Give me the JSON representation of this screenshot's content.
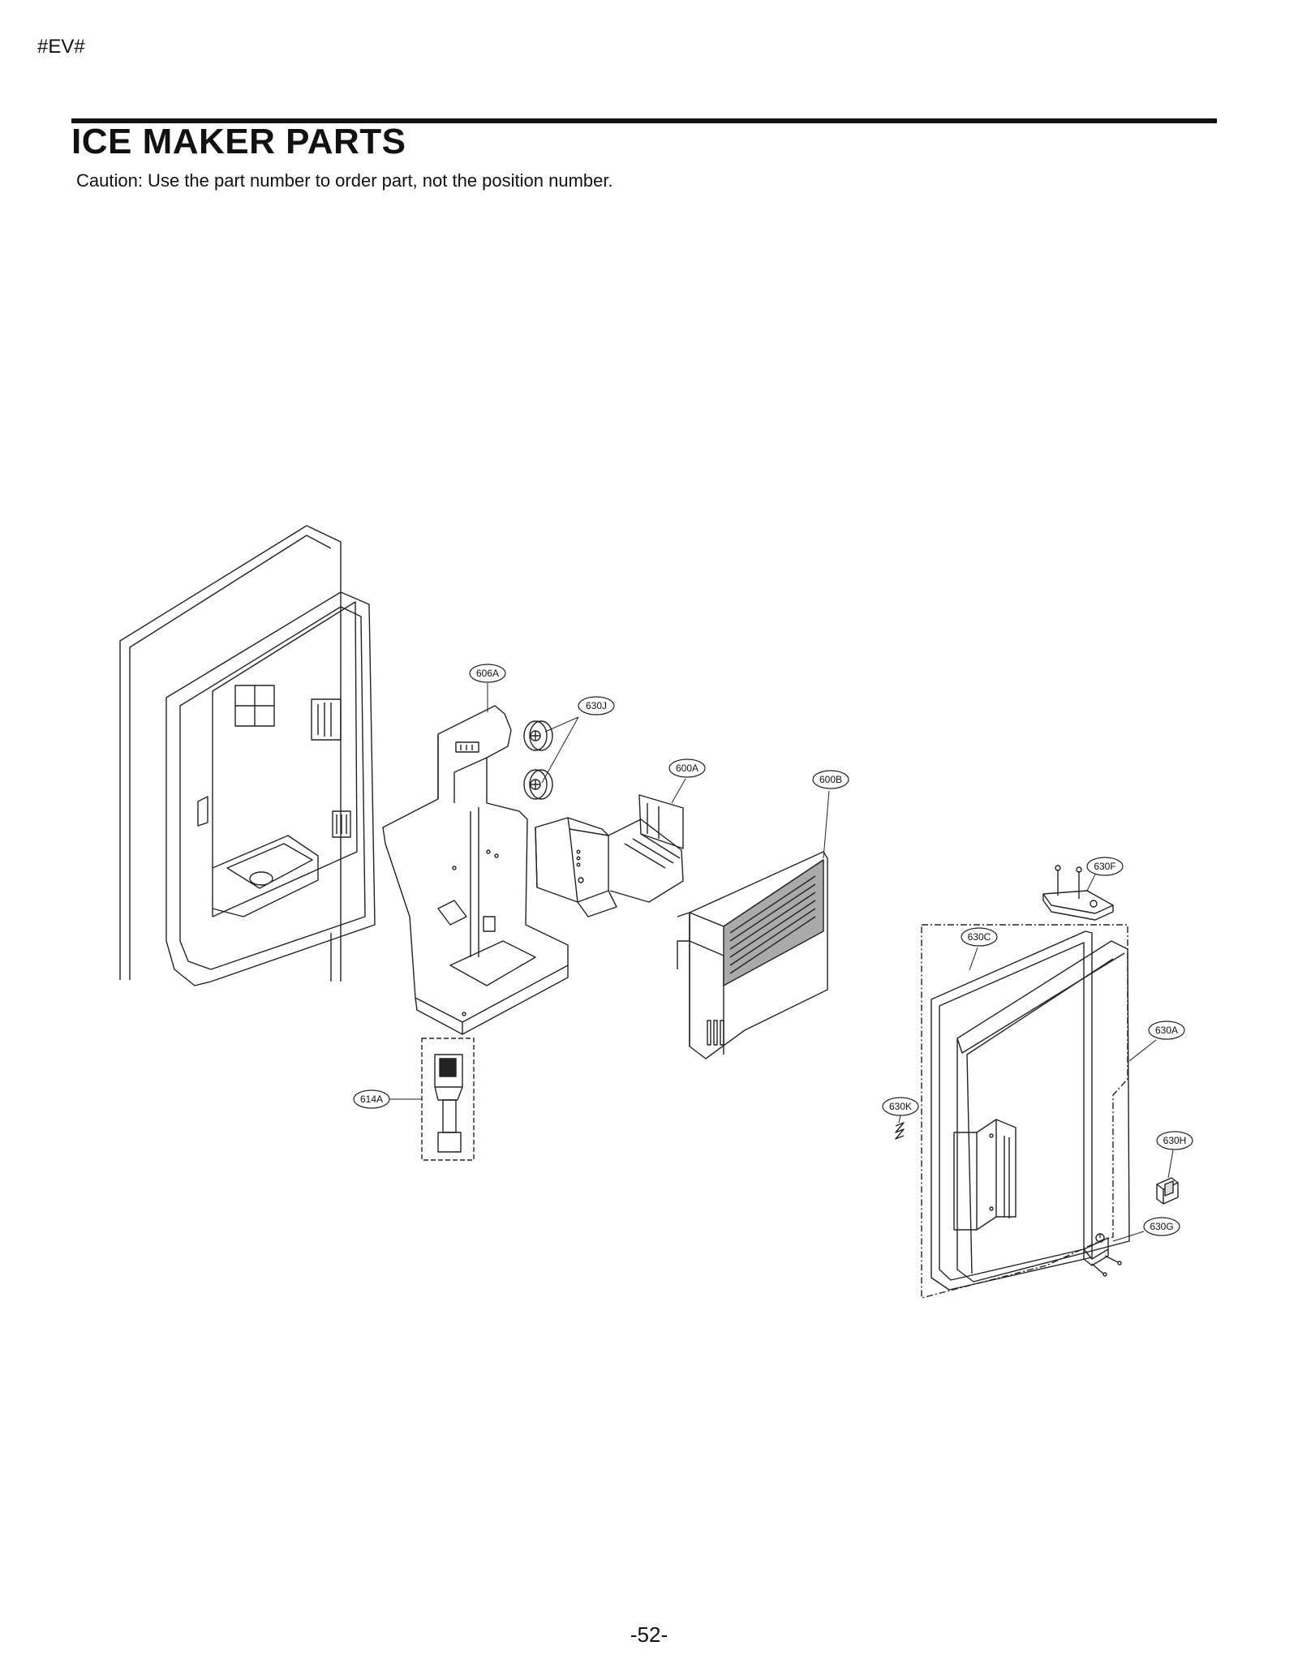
{
  "header": {
    "code": "#EV#"
  },
  "title": "ICE MAKER PARTS",
  "caution": "Caution: Use the part number to order part, not the position number.",
  "callouts": {
    "c606A": "606A",
    "c630J": "630J",
    "c600A": "600A",
    "c600B": "600B",
    "c630F": "630F",
    "c630C": "630C",
    "c630A": "630A",
    "c614A": "614A",
    "c630K": "630K",
    "c630H": "630H",
    "c630G": "630G"
  },
  "footer": {
    "page_number": "-52-"
  }
}
